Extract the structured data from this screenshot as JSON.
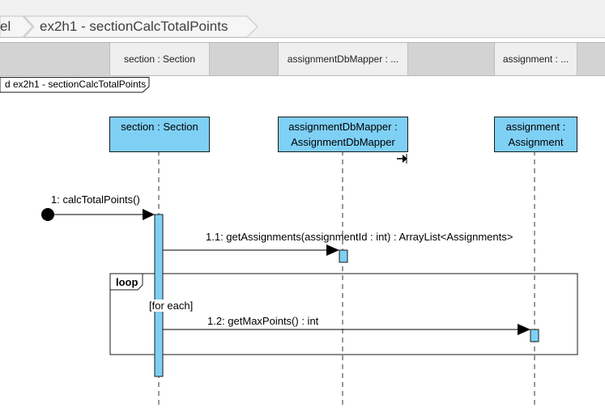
{
  "breadcrumb": {
    "parent": "el",
    "current": "ex2h1 - sectionCalcTotalPoints"
  },
  "header": {
    "section": "section : Section",
    "mapper": "assignmentDbMapper : ...",
    "assignment": "assignment : ..."
  },
  "frame": {
    "label": "d ex2h1 - sectionCalcTotalPoints"
  },
  "lifelines": {
    "section": {
      "line1": "section : Section"
    },
    "mapper": {
      "line1": "assignmentDbMapper :",
      "line2": "AssignmentDbMapper"
    },
    "assignment": {
      "line1": "assignment :",
      "line2": "Assignment"
    }
  },
  "messages": {
    "found": "1: calcTotalPoints()",
    "get_assignments": "1.1: getAssignments(assignmentId : int) : ArrayList<Assignments>",
    "get_max_points": "1.2: getMaxPoints() : int"
  },
  "loop": {
    "keyword": "loop",
    "guard": "[for each]"
  },
  "colors": {
    "lifeline_fill": "#7fd0f5",
    "activation_fill": "#7fd0f5",
    "canvas": "#ffffff",
    "header_strip": "#d3d3d3"
  }
}
